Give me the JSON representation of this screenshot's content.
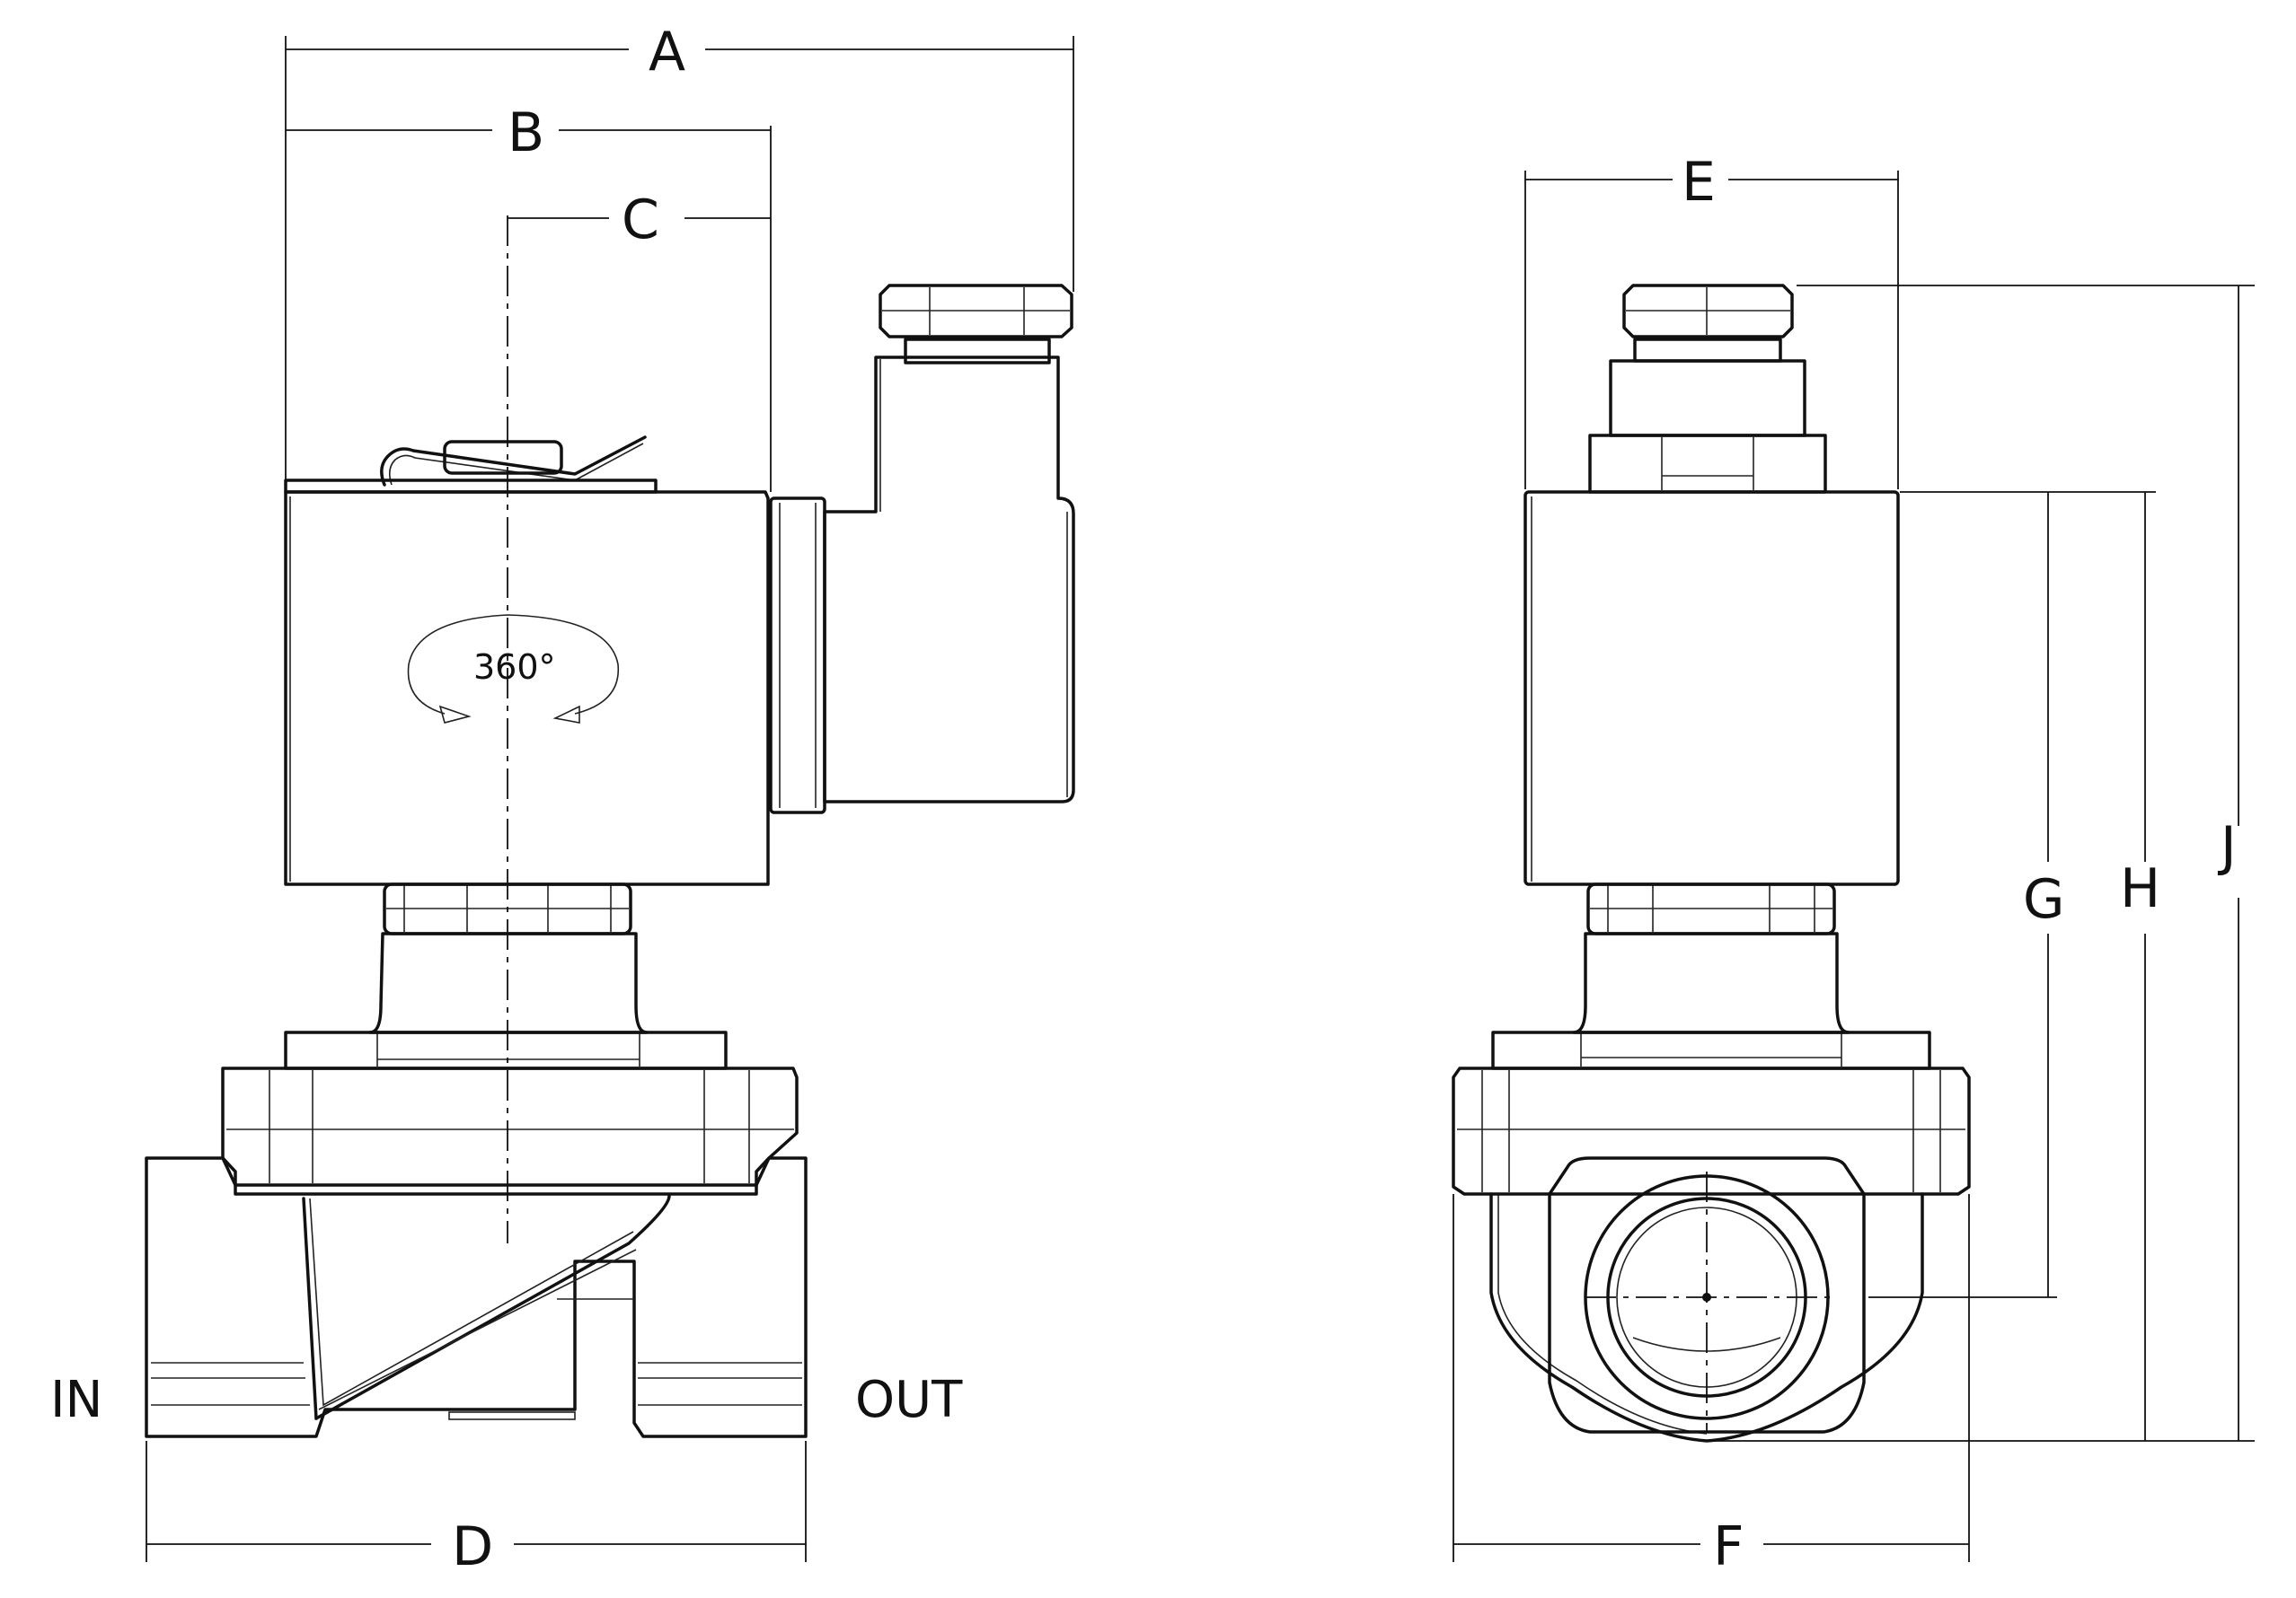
{
  "labels": {
    "a": "A",
    "b": "B",
    "c": "C",
    "d": "D",
    "e": "E",
    "f": "F",
    "g": "G",
    "h": "H",
    "j": "J"
  },
  "ports": {
    "inlet": "IN",
    "outlet": "OUT"
  },
  "rotation": "360°"
}
